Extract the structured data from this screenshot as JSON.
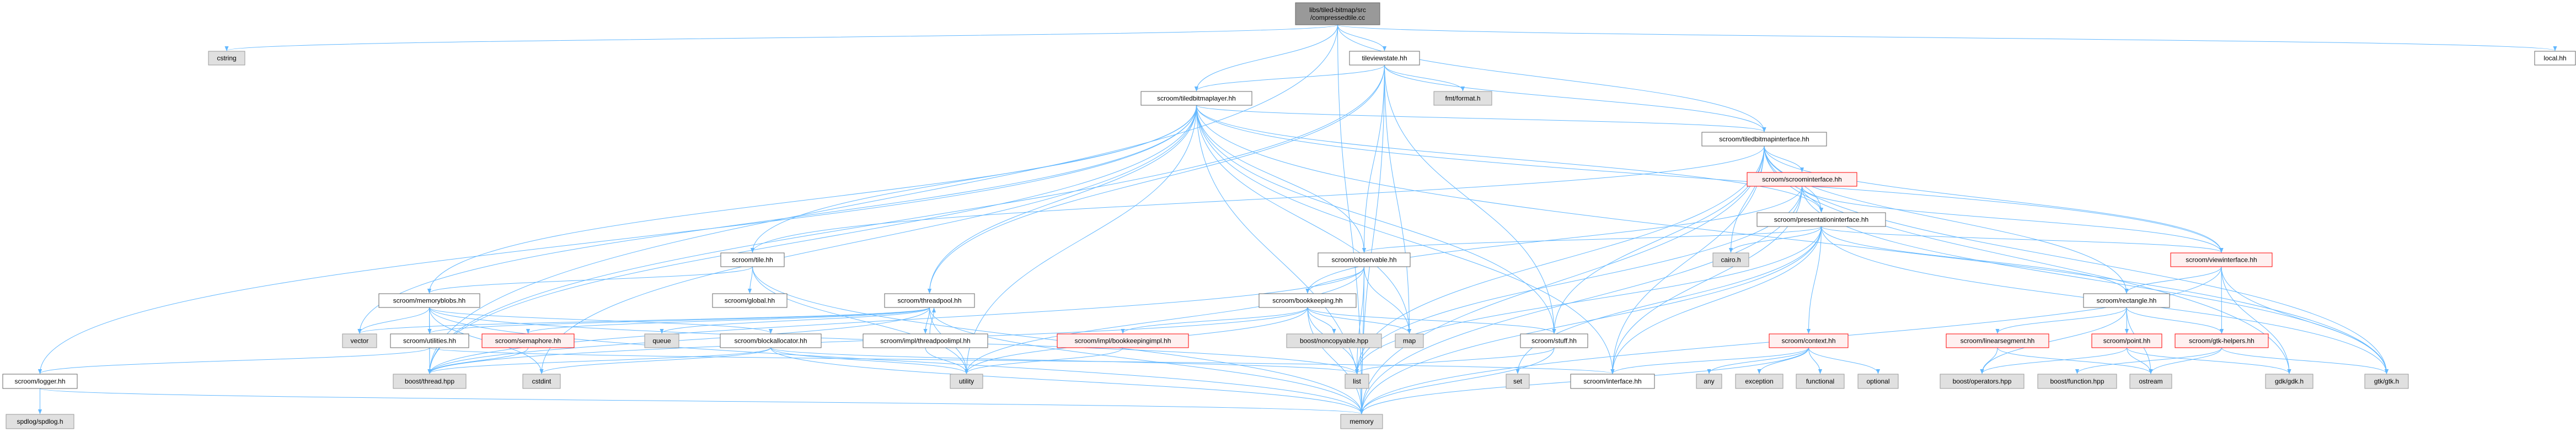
{
  "colors": {
    "edge": "#63b8ff",
    "root_fill": "#999999",
    "external_fill": "#e0e0e0",
    "missing_border": "#ff0000"
  },
  "nodes": [
    {
      "id": "root",
      "label": [
        "libs/tiled-bitmap/src",
        "/compressedtile.cc"
      ],
      "style": "root"
    },
    {
      "id": "cstring",
      "label": [
        "cstring"
      ],
      "style": "external"
    },
    {
      "id": "tileviewstate",
      "label": [
        "tileviewstate.hh"
      ],
      "style": "normal"
    },
    {
      "id": "local",
      "label": [
        "local.hh"
      ],
      "style": "normal"
    },
    {
      "id": "tiledbitmaplayer",
      "label": [
        "scroom/tiledbitmaplayer.hh"
      ],
      "style": "normal"
    },
    {
      "id": "fmt",
      "label": [
        "fmt/format.h"
      ],
      "style": "external"
    },
    {
      "id": "tiledbitmapinterface",
      "label": [
        "scroom/tiledbitmapinterface.hh"
      ],
      "style": "normal"
    },
    {
      "id": "scroominterface",
      "label": [
        "scroom/scroominterface.hh"
      ],
      "style": "red"
    },
    {
      "id": "presentationinterface",
      "label": [
        "scroom/presentationinterface.hh"
      ],
      "style": "normal"
    },
    {
      "id": "tile",
      "label": [
        "scroom/tile.hh"
      ],
      "style": "normal"
    },
    {
      "id": "observable",
      "label": [
        "scroom/observable.hh"
      ],
      "style": "normal"
    },
    {
      "id": "cairo",
      "label": [
        "cairo.h"
      ],
      "style": "external"
    },
    {
      "id": "viewinterface",
      "label": [
        "scroom/viewinterface.hh"
      ],
      "style": "red"
    },
    {
      "id": "memoryblobs",
      "label": [
        "scroom/memoryblobs.hh"
      ],
      "style": "normal"
    },
    {
      "id": "global",
      "label": [
        "scroom/global.hh"
      ],
      "style": "normal"
    },
    {
      "id": "threadpool",
      "label": [
        "scroom/threadpool.hh"
      ],
      "style": "normal"
    },
    {
      "id": "bookkeeping",
      "label": [
        "scroom/bookkeeping.hh"
      ],
      "style": "normal"
    },
    {
      "id": "rectangle",
      "label": [
        "scroom/rectangle.hh"
      ],
      "style": "normal"
    },
    {
      "id": "vector",
      "label": [
        "vector"
      ],
      "style": "external"
    },
    {
      "id": "utilities",
      "label": [
        "scroom/utilities.hh"
      ],
      "style": "normal"
    },
    {
      "id": "semaphore",
      "label": [
        "scroom/semaphore.hh"
      ],
      "style": "red"
    },
    {
      "id": "queue",
      "label": [
        "queue"
      ],
      "style": "external"
    },
    {
      "id": "blockallocator",
      "label": [
        "scroom/blockallocator.hh"
      ],
      "style": "normal"
    },
    {
      "id": "threadpoolimpl",
      "label": [
        "scroom/impl/threadpoolimpl.hh"
      ],
      "style": "normal"
    },
    {
      "id": "bookkeepingimpl",
      "label": [
        "scroom/impl/bookkeepingimpl.hh"
      ],
      "style": "red"
    },
    {
      "id": "noncopyable",
      "label": [
        "boost/noncopyable.hpp"
      ],
      "style": "external"
    },
    {
      "id": "map",
      "label": [
        "map"
      ],
      "style": "external"
    },
    {
      "id": "stuff",
      "label": [
        "scroom/stuff.hh"
      ],
      "style": "normal"
    },
    {
      "id": "context",
      "label": [
        "scroom/context.hh"
      ],
      "style": "red"
    },
    {
      "id": "linearsegment",
      "label": [
        "scroom/linearsegment.hh"
      ],
      "style": "red"
    },
    {
      "id": "point",
      "label": [
        "scroom/point.hh"
      ],
      "style": "red"
    },
    {
      "id": "gtkhelpers",
      "label": [
        "scroom/gtk-helpers.hh"
      ],
      "style": "red"
    },
    {
      "id": "logger",
      "label": [
        "scroom/logger.hh"
      ],
      "style": "normal"
    },
    {
      "id": "boostthread",
      "label": [
        "boost/thread.hpp"
      ],
      "style": "external"
    },
    {
      "id": "cstdint",
      "label": [
        "cstdint"
      ],
      "style": "external"
    },
    {
      "id": "utility",
      "label": [
        "utility"
      ],
      "style": "external"
    },
    {
      "id": "list",
      "label": [
        "list"
      ],
      "style": "external"
    },
    {
      "id": "set",
      "label": [
        "set"
      ],
      "style": "external"
    },
    {
      "id": "interface",
      "label": [
        "scroom/interface.hh"
      ],
      "style": "normal"
    },
    {
      "id": "any",
      "label": [
        "any"
      ],
      "style": "external"
    },
    {
      "id": "exception",
      "label": [
        "exception"
      ],
      "style": "external"
    },
    {
      "id": "functional",
      "label": [
        "functional"
      ],
      "style": "external"
    },
    {
      "id": "optional",
      "label": [
        "optional"
      ],
      "style": "external"
    },
    {
      "id": "operators",
      "label": [
        "boost/operators.hpp"
      ],
      "style": "external"
    },
    {
      "id": "function",
      "label": [
        "boost/function.hpp"
      ],
      "style": "external"
    },
    {
      "id": "ostream",
      "label": [
        "ostream"
      ],
      "style": "external"
    },
    {
      "id": "gdk",
      "label": [
        "gdk/gdk.h"
      ],
      "style": "external"
    },
    {
      "id": "gtk",
      "label": [
        "gtk/gtk.h"
      ],
      "style": "external"
    },
    {
      "id": "spdlog",
      "label": [
        "spdlog/spdlog.h"
      ],
      "style": "external"
    },
    {
      "id": "memory",
      "label": [
        "memory"
      ],
      "style": "external"
    }
  ],
  "edges": [
    [
      "root",
      "cstring"
    ],
    [
      "root",
      "tileviewstate"
    ],
    [
      "root",
      "local"
    ],
    [
      "root",
      "tiledbitmaplayer"
    ],
    [
      "root",
      "memory"
    ],
    [
      "root",
      "boostthread"
    ],
    [
      "root",
      "tiledbitmapinterface"
    ],
    [
      "tileviewstate",
      "tiledbitmaplayer"
    ],
    [
      "tileviewstate",
      "fmt"
    ],
    [
      "tileviewstate",
      "tiledbitmapinterface"
    ],
    [
      "tileviewstate",
      "observable"
    ],
    [
      "tileviewstate",
      "stuff"
    ],
    [
      "tileviewstate",
      "memory"
    ],
    [
      "tileviewstate",
      "map"
    ],
    [
      "tileviewstate",
      "boostthread"
    ],
    [
      "tileviewstate",
      "threadpool"
    ],
    [
      "tiledbitmaplayer",
      "tile"
    ],
    [
      "tiledbitmaplayer",
      "memoryblobs"
    ],
    [
      "tiledbitmaplayer",
      "threadpool"
    ],
    [
      "tiledbitmaplayer",
      "observable"
    ],
    [
      "tiledbitmaplayer",
      "tiledbitmapinterface"
    ],
    [
      "tiledbitmaplayer",
      "presentationinterface"
    ],
    [
      "tiledbitmaplayer",
      "viewinterface"
    ],
    [
      "tiledbitmaplayer",
      "stuff"
    ],
    [
      "tiledbitmaplayer",
      "interface"
    ],
    [
      "tiledbitmaplayer",
      "logger"
    ],
    [
      "tiledbitmaplayer",
      "boostthread"
    ],
    [
      "tiledbitmaplayer",
      "memory"
    ],
    [
      "tiledbitmaplayer",
      "map"
    ],
    [
      "tiledbitmaplayer",
      "cstdint"
    ],
    [
      "tiledbitmaplayer",
      "gtk"
    ],
    [
      "tiledbitmaplayer",
      "vector"
    ],
    [
      "tiledbitmaplayer",
      "utility"
    ],
    [
      "tiledbitmapinterface",
      "scroominterface"
    ],
    [
      "tiledbitmapinterface",
      "presentationinterface"
    ],
    [
      "tiledbitmapinterface",
      "cairo"
    ],
    [
      "tiledbitmapinterface",
      "stuff"
    ],
    [
      "tiledbitmapinterface",
      "interface"
    ],
    [
      "tiledbitmapinterface",
      "viewinterface"
    ],
    [
      "tiledbitmapinterface",
      "rectangle"
    ],
    [
      "tiledbitmapinterface",
      "gdk"
    ],
    [
      "tiledbitmapinterface",
      "gtk"
    ],
    [
      "tiledbitmapinterface",
      "memory"
    ],
    [
      "tiledbitmapinterface",
      "tile"
    ],
    [
      "tiledbitmapinterface",
      "list"
    ],
    [
      "scroominterface",
      "presentationinterface"
    ],
    [
      "scroominterface",
      "viewinterface"
    ],
    [
      "scroominterface",
      "interface"
    ],
    [
      "scroominterface",
      "bookkeeping"
    ],
    [
      "scroominterface",
      "list"
    ],
    [
      "scroominterface",
      "gtk"
    ],
    [
      "scroominterface",
      "memory"
    ],
    [
      "presentationinterface",
      "observable"
    ],
    [
      "presentationinterface",
      "cairo"
    ],
    [
      "presentationinterface",
      "context"
    ],
    [
      "presentationinterface",
      "interface"
    ],
    [
      "presentationinterface",
      "rectangle"
    ],
    [
      "presentationinterface",
      "viewinterface"
    ],
    [
      "presentationinterface",
      "list"
    ],
    [
      "presentationinterface",
      "set"
    ],
    [
      "presentationinterface",
      "memory"
    ],
    [
      "presentationinterface",
      "gtk"
    ],
    [
      "observable",
      "bookkeeping"
    ],
    [
      "observable",
      "map"
    ],
    [
      "observable",
      "list"
    ],
    [
      "observable",
      "memory"
    ],
    [
      "observable",
      "boostthread"
    ],
    [
      "observable",
      "utility"
    ],
    [
      "bookkeeping",
      "bookkeepingimpl"
    ],
    [
      "bookkeeping",
      "noncopyable"
    ],
    [
      "bookkeeping",
      "map"
    ],
    [
      "bookkeeping",
      "stuff"
    ],
    [
      "bookkeeping",
      "list"
    ],
    [
      "bookkeeping",
      "memory"
    ],
    [
      "bookkeeping",
      "boostthread"
    ],
    [
      "bookkeeping",
      "utility"
    ],
    [
      "bookkeepingimpl",
      "utility"
    ],
    [
      "threadpool",
      "threadpoolimpl"
    ],
    [
      "threadpool",
      "queue"
    ],
    [
      "threadpool",
      "boostthread"
    ],
    [
      "threadpool",
      "memory"
    ],
    [
      "threadpool",
      "utility"
    ],
    [
      "threadpool",
      "semaphore"
    ],
    [
      "threadpool",
      "utilities"
    ],
    [
      "threadpool",
      "vector"
    ],
    [
      "threadpoolimpl",
      "threadpool"
    ],
    [
      "threadpoolimpl",
      "utility"
    ],
    [
      "tile",
      "global"
    ],
    [
      "tile",
      "memoryblobs"
    ],
    [
      "tile",
      "utility"
    ],
    [
      "tile",
      "memory"
    ],
    [
      "memoryblobs",
      "utilities"
    ],
    [
      "memoryblobs",
      "blockallocator"
    ],
    [
      "memoryblobs",
      "boostthread"
    ],
    [
      "memoryblobs",
      "list"
    ],
    [
      "memoryblobs",
      "memory"
    ],
    [
      "memoryblobs",
      "cstdint"
    ],
    [
      "memoryblobs",
      "vector"
    ],
    [
      "utilities",
      "logger"
    ],
    [
      "utilities",
      "boostthread"
    ],
    [
      "utilities",
      "interface"
    ],
    [
      "semaphore",
      "boostthread"
    ],
    [
      "blockallocator",
      "utility"
    ],
    [
      "blockallocator",
      "list"
    ],
    [
      "blockallocator",
      "memory"
    ],
    [
      "blockallocator",
      "boostthread"
    ],
    [
      "blockallocator",
      "cstdint"
    ],
    [
      "logger",
      "spdlog"
    ],
    [
      "logger",
      "memory"
    ],
    [
      "stuff",
      "list"
    ],
    [
      "stuff",
      "memory"
    ],
    [
      "context",
      "any"
    ],
    [
      "context",
      "exception"
    ],
    [
      "context",
      "functional"
    ],
    [
      "context",
      "optional"
    ],
    [
      "context",
      "interface"
    ],
    [
      "context",
      "memory"
    ],
    [
      "viewinterface",
      "rectangle"
    ],
    [
      "viewinterface",
      "gtkhelpers"
    ],
    [
      "viewinterface",
      "gtk"
    ],
    [
      "viewinterface",
      "memory"
    ],
    [
      "viewinterface",
      "gdk"
    ],
    [
      "rectangle",
      "linearsegment"
    ],
    [
      "rectangle",
      "point"
    ],
    [
      "rectangle",
      "gtkhelpers"
    ],
    [
      "rectangle",
      "ostream"
    ],
    [
      "rectangle",
      "operators"
    ],
    [
      "linearsegment",
      "operators"
    ],
    [
      "linearsegment",
      "ostream"
    ],
    [
      "point",
      "operators"
    ],
    [
      "point",
      "ostream"
    ],
    [
      "point",
      "gdk"
    ],
    [
      "gtkhelpers",
      "function"
    ],
    [
      "gtkhelpers",
      "ostream"
    ],
    [
      "gtkhelpers",
      "gtk"
    ]
  ]
}
